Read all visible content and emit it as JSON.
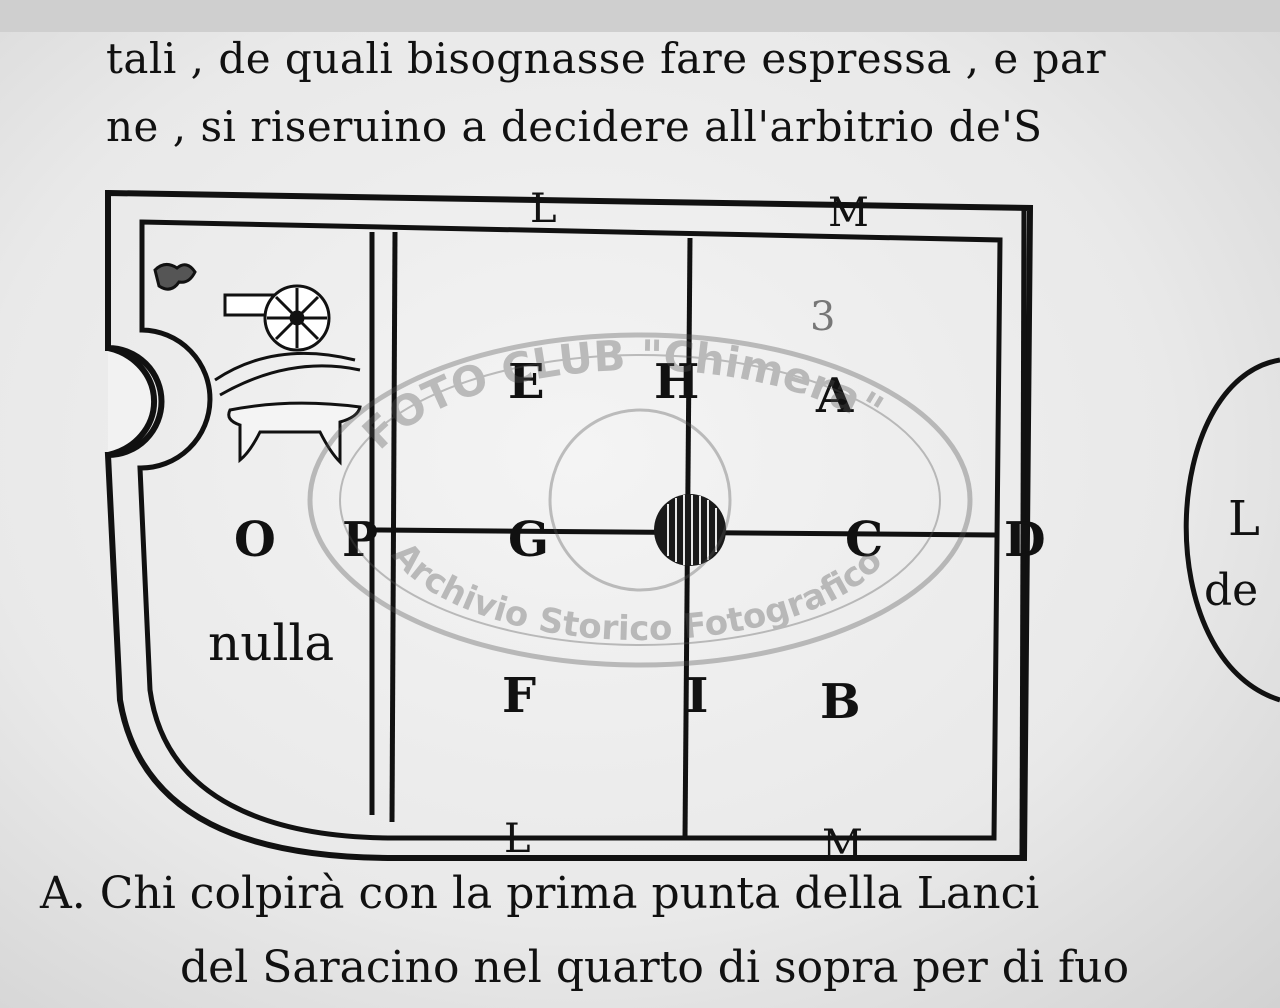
{
  "text": {
    "line1": "tali , de quali bisognasse fare espressa , e par",
    "line2": "ne , si riseruino a decidere all'arbitrio de'S",
    "line3": "A.  Chi colpirà con la prima  punta  della Lanci",
    "line4": "del Saracino nel quarto di sopra per di fuo"
  },
  "diagram": {
    "top_labels": [
      "L",
      "M"
    ],
    "bottom_labels": [
      "L",
      "M"
    ],
    "digit": "3",
    "quadrant_letters": [
      "E",
      "H",
      "A",
      "G",
      "C",
      "D",
      "F",
      "I",
      "B",
      "O",
      "P"
    ],
    "nulla": "nulla",
    "side_circle_text": [
      "L",
      "de"
    ]
  },
  "watermark": {
    "top_text": "FOTO CLUB \"Chimera\"",
    "bottom_text": "Archivio Storico Fotografico"
  }
}
